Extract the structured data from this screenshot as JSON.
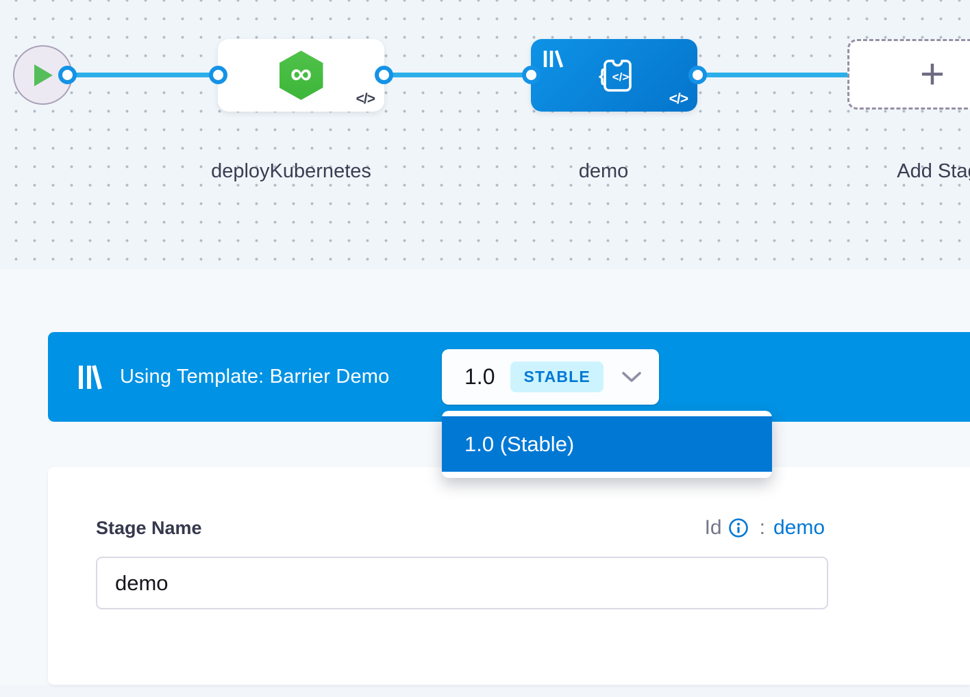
{
  "canvas": {
    "start_node": {
      "icon": "play"
    },
    "stages": [
      {
        "label": "deployKubernetes",
        "type": "deploy-stage",
        "icon": "harness-cd-hexagon-infinity"
      },
      {
        "label": "demo",
        "type": "custom-stage-from-template",
        "selected": true,
        "icon": "custom-stage-code"
      }
    ],
    "add_stage": {
      "label": "Add Stage",
      "plus": "+"
    }
  },
  "icons": {
    "infinity": "∞",
    "code_toggle": "</>",
    "brace_left": "{"
  },
  "template_banner": {
    "text": "Using Template: Barrier Demo",
    "version_label": "1.0",
    "version_badge": "STABLE"
  },
  "version_dropdown": {
    "items": [
      {
        "label": "1.0 (Stable)",
        "selected": true
      }
    ]
  },
  "stage_form": {
    "name_label": "Stage Name",
    "name_value": "demo",
    "id_label": "Id",
    "id_separator": ":",
    "id_value": "demo"
  },
  "colors": {
    "banner_blue": "#0092E4",
    "primary_blue": "#0278D5",
    "stable_badge_bg": "#CDF4FE",
    "edge_blue": "#2BAEE9",
    "success_green": "#47C03F",
    "canvas_bg": "#EFF5F9"
  }
}
